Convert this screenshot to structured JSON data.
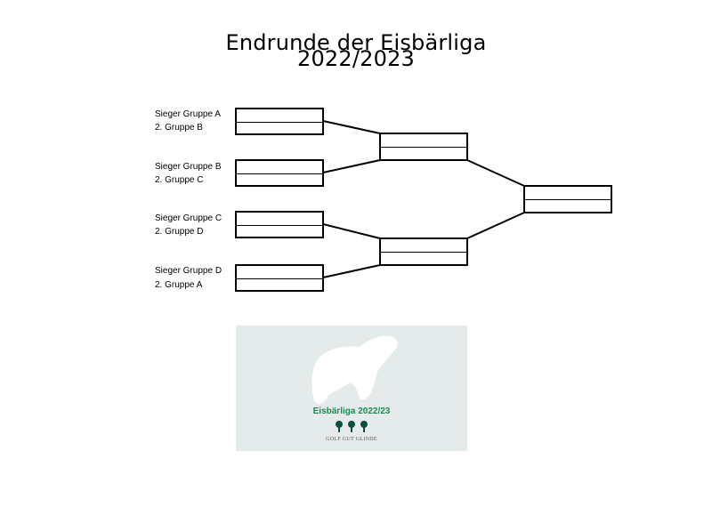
{
  "title": {
    "line1": "Endrunde der Eisbärliga",
    "line2": "2022/2023"
  },
  "bracket": {
    "seeds": [
      {
        "top": "Sieger Gruppe A",
        "bottom": "2. Gruppe B"
      },
      {
        "top": "Sieger Gruppe B",
        "bottom": "2. Gruppe C"
      },
      {
        "top": "Sieger Gruppe C",
        "bottom": "2. Gruppe D"
      },
      {
        "top": "Sieger Gruppe D",
        "bottom": "2. Gruppe A"
      }
    ]
  },
  "logo": {
    "caption": "Eisbärliga 2022/23",
    "club": "GOLF GUT GLINDE",
    "background": "#e4ebea",
    "accent": "#1e8a52"
  }
}
